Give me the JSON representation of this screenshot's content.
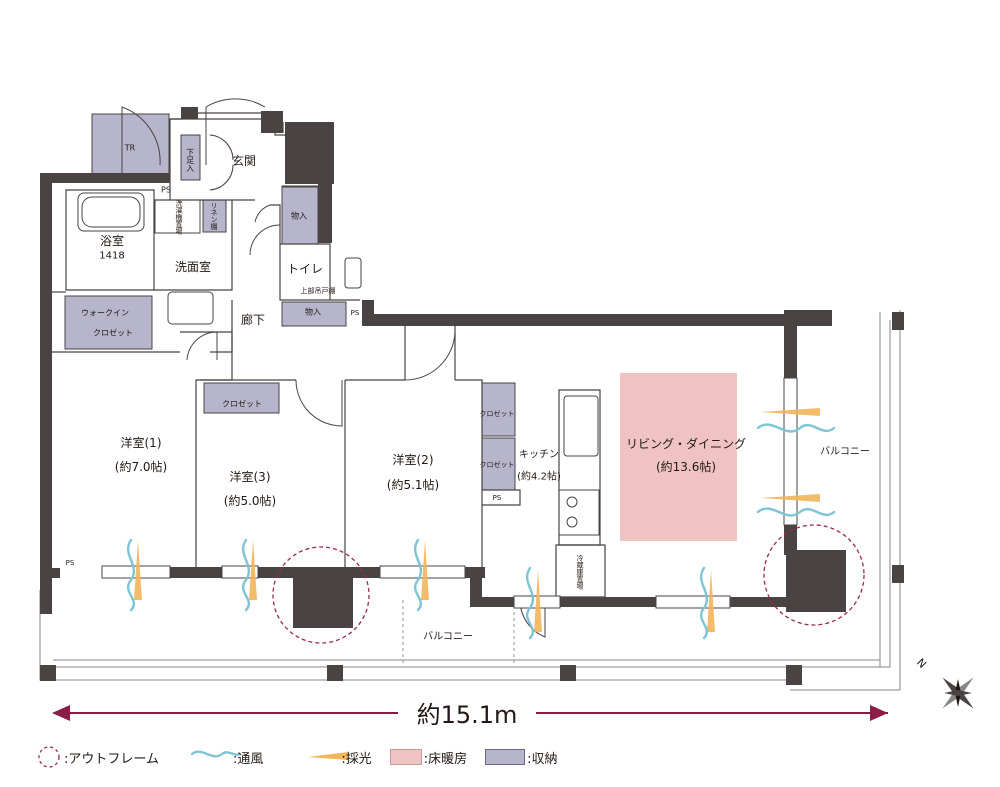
{
  "rooms": {
    "tr": "TR",
    "entrance": "玄関",
    "shoe_storage": "下足入",
    "bath": "浴室",
    "bath_size": "1418",
    "washroom": "洗面室",
    "washer": "洗濯機置場",
    "linen": "リネン棚",
    "walkin": "ウォークイン",
    "walkin_closet": "クロゼット",
    "storage_top": "物入",
    "storage_bottom": "物入",
    "toilet": "トイレ",
    "toilet_shelf": "上部吊戸棚",
    "hall": "廊下",
    "ps_top": "PS",
    "ps_toilet": "PS",
    "ps_left": "PS",
    "ps_kitchen": "PS",
    "western1": "洋室(1)",
    "western1_size": "(約7.0帖)",
    "western3": "洋室(3)",
    "western3_size": "(約5.0帖)",
    "western3_closet": "クロゼット",
    "western2": "洋室(2)",
    "western2_size": "(約5.1帖)",
    "western2_closet_a": "クロゼット",
    "western2_closet_b": "クロゼット",
    "kitchen": "キッチン",
    "kitchen_size": "(約4.2帖)",
    "fridge": "冷蔵庫置場",
    "living": "リビング・ダイニング",
    "living_size": "(約13.6帖)",
    "balcony_south": "バルコニー",
    "balcony_east": "バルコニー"
  },
  "dimension": "約15.1m",
  "legend": {
    "outframe": ":アウトフレーム",
    "ventilation": ":通風",
    "daylight": ":採光",
    "floor_heating": ":床暖房",
    "storage": ":収納"
  },
  "colors": {
    "wall": "#4a4344",
    "storage": "#b6b5cc",
    "floor_heating": "#efc3c2",
    "ventilation": "#7fc4d6",
    "daylight": "#f2b55a",
    "outframe": "#9c2a4e",
    "dimension": "#8a1c45"
  }
}
